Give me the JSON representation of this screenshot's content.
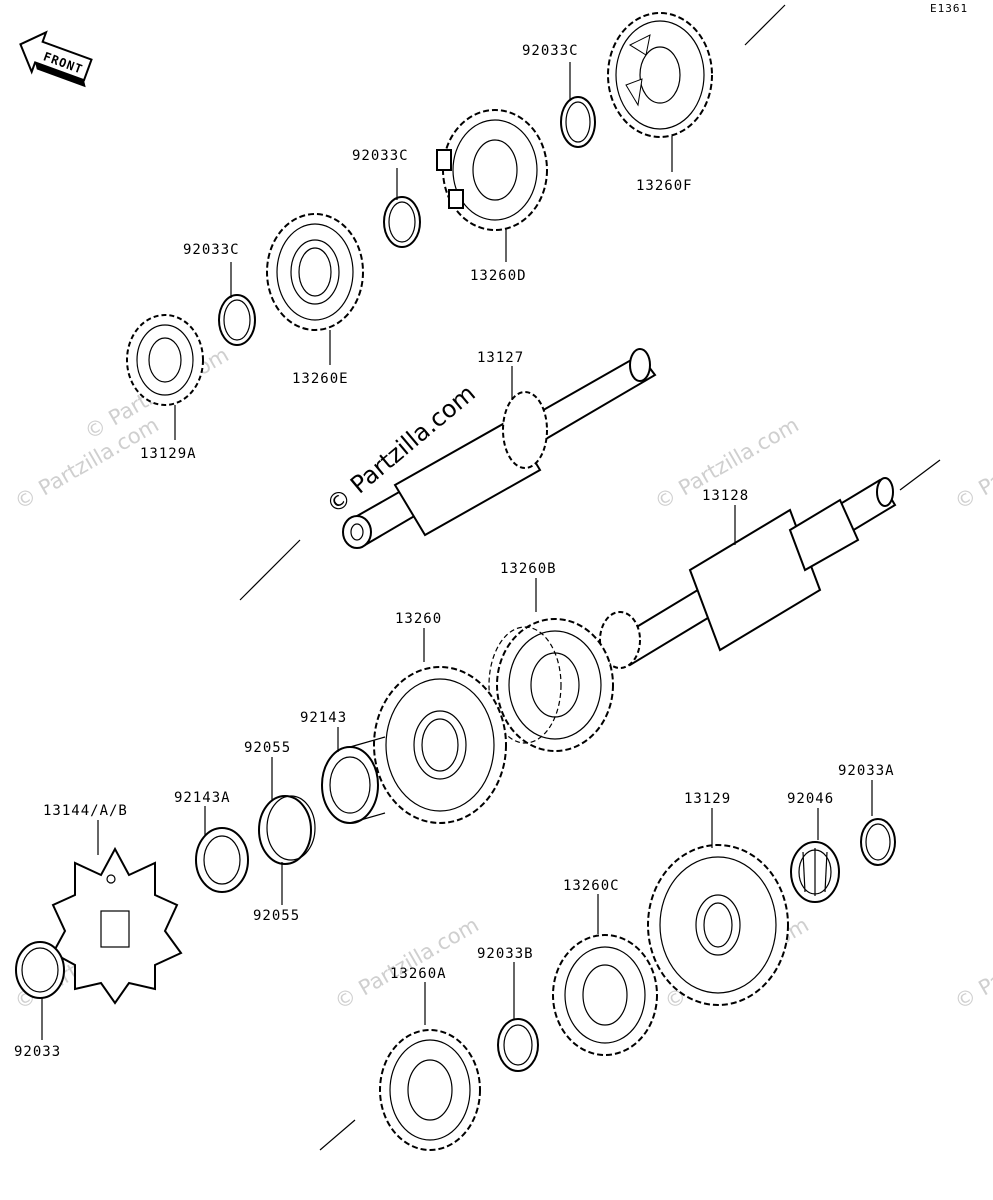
{
  "diagram": {
    "code": "E1361",
    "front_label": "FRONT",
    "watermark_main": "© Partzilla.com",
    "watermark_faint": "© Partzilla.com",
    "labels": {
      "p92033C_top": "92033C",
      "p13260F": "13260F",
      "p92033C_mid": "92033C",
      "p13260D": "13260D",
      "p92033C_low": "92033C",
      "p13260E": "13260E",
      "p13129A": "13129A",
      "p13127": "13127",
      "p13128": "13128",
      "p13260B": "13260B",
      "p13260": "13260",
      "p92143": "92143",
      "p92055_top": "92055",
      "p92143A": "92143A",
      "p92055_bot": "92055",
      "p13144": "13144/A/B",
      "p92033A": "92033A",
      "p92046": "92046",
      "p13129": "13129",
      "p13260C": "13260C",
      "p92033B": "92033B",
      "p13260A": "13260A",
      "p92033": "92033"
    }
  }
}
